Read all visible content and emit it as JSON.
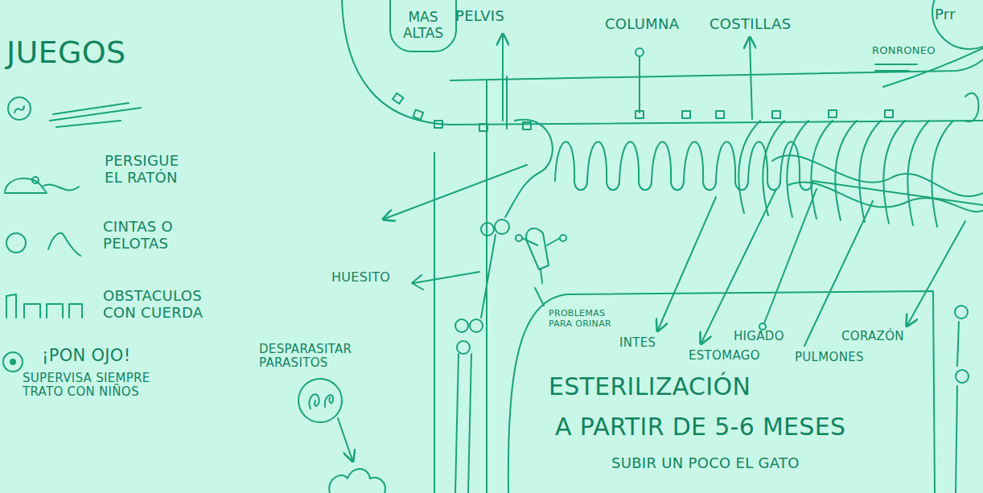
{
  "diagram": {
    "title": "JUEGOS",
    "nodes": [
      {
        "text": [
          "MAS ALTAS"
        ]
      }
    ],
    "labels": [
      "PELVIS",
      "COLUMNA",
      "COSTILLAS",
      "Prr",
      "RONRONEO",
      "PERSIGUE EL RATÓN",
      "CINTAS O PELOTAS",
      "OBSTACULOS CON CUERDA",
      "¡PON OJO!",
      "SUPERVISA SIEMPRE TRATO CON NIÑOS",
      "HUESITO",
      "DESPARASITAR PARASITOS",
      "PROBLEMAS PARA ORINAR",
      "INTES",
      "ESTOMAGO",
      "HIGADO",
      "PULMONES",
      "CORAZÓN",
      "ESTERILIZACIÓN",
      "A PARTIR DE 5-6 MESES",
      "SUBIR UN POCO EL GATO"
    ]
  }
}
